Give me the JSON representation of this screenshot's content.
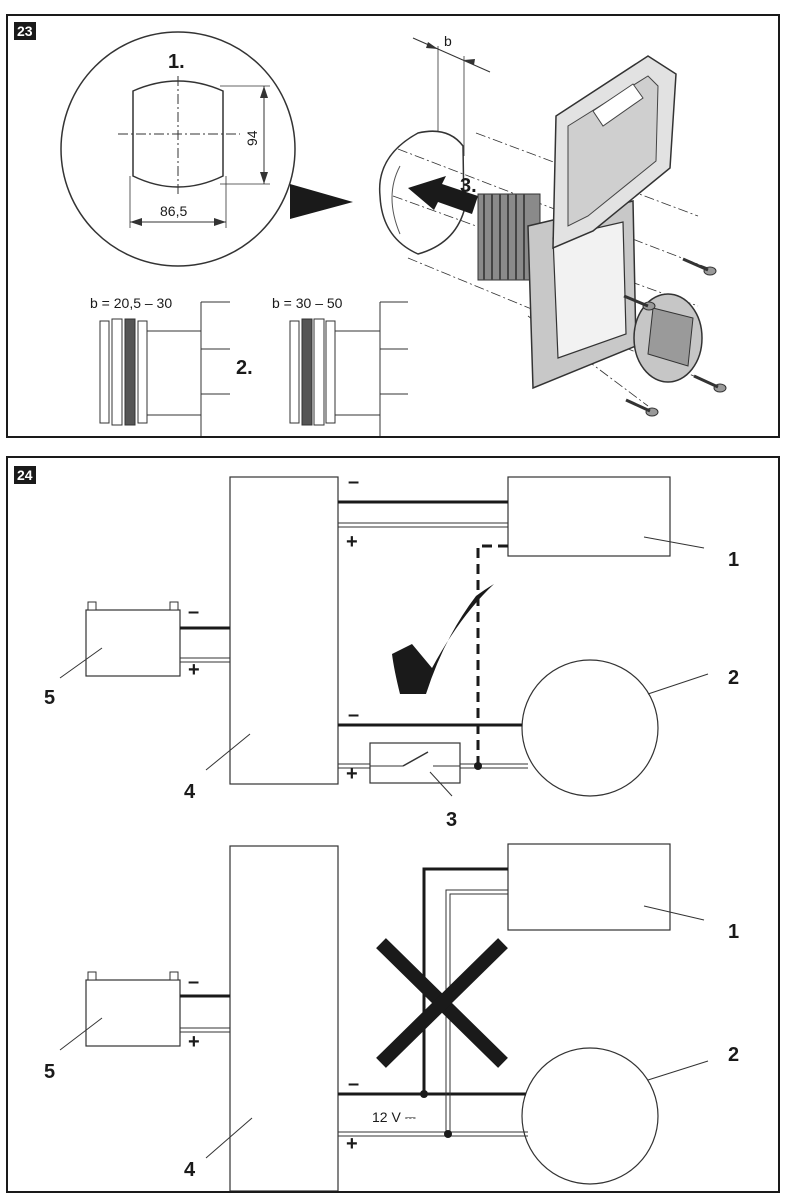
{
  "figure_23": {
    "badge": "23",
    "step1": "1.",
    "step2": "2.",
    "step3": "3.",
    "dim_height": "94",
    "dim_width": "86,5",
    "dim_b": "b",
    "range_thin": "b = 20,5 – 30",
    "range_thick": "b = 30 – 50"
  },
  "figure_24": {
    "badge": "24",
    "minus": "–",
    "plus": "+",
    "label_1": "1",
    "label_2": "2",
    "label_3": "3",
    "label_4": "4",
    "label_5": "5",
    "voltage": "12 V ⎓"
  }
}
